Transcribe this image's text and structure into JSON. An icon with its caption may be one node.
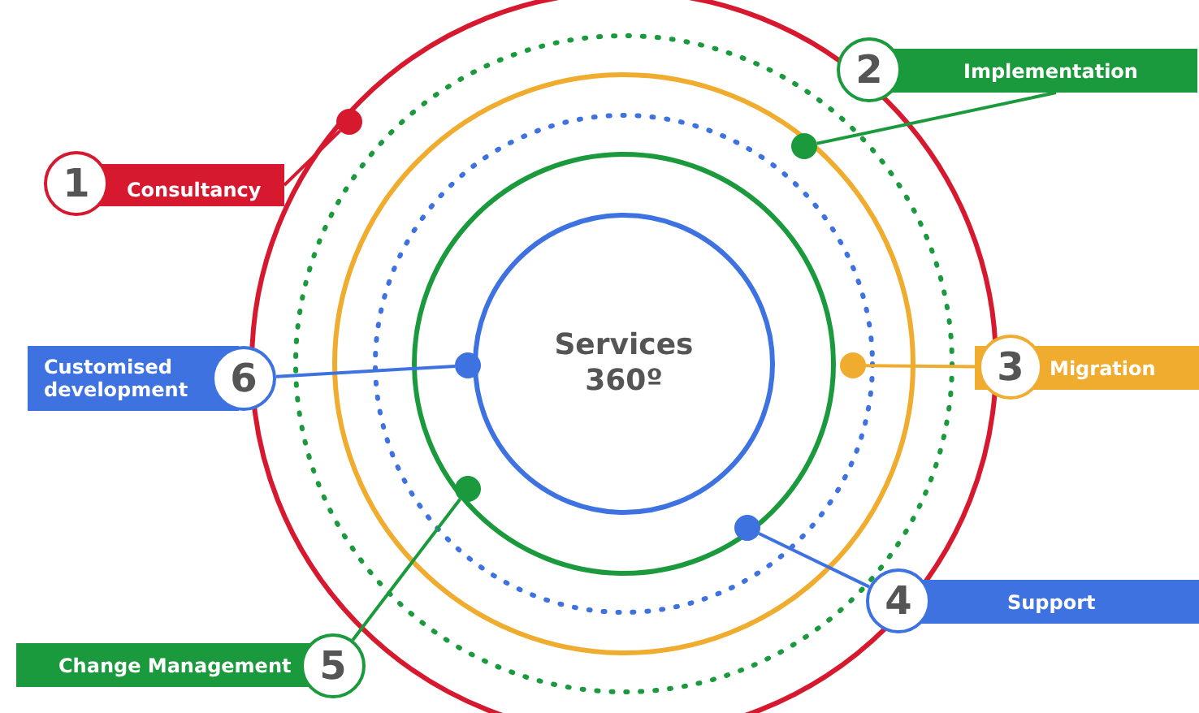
{
  "diagram": {
    "nodes": [
      {
        "text": [
          "Services 360º"
        ]
      },
      {
        "text": [
          "1",
          "Consultancy"
        ]
      },
      {
        "text": [
          "2",
          "Implementation"
        ]
      },
      {
        "text": [
          "3",
          "Migration"
        ]
      },
      {
        "text": [
          "4",
          "Support"
        ]
      },
      {
        "text": [
          "Change Management",
          "5"
        ]
      },
      {
        "text": [
          "Customised development",
          "6"
        ]
      },
      {
        "text": [],
        "shape": "circle"
      },
      {
        "text": [],
        "shape": "circle"
      },
      {
        "text": [],
        "shape": "circle"
      },
      {
        "text": [],
        "shape": "circle"
      },
      {
        "text": [],
        "shape": "circle"
      },
      {
        "text": [],
        "shape": "circle"
      }
    ],
    "edges": [
      {
        "from": 1,
        "to": 7,
        "arrow": "none",
        "color": "#d7192f"
      },
      {
        "from": 2,
        "to": 8,
        "arrow": "none",
        "color": "#1a9a3c"
      },
      {
        "from": 3,
        "to": 9,
        "arrow": "none",
        "color": "#f0ac2e"
      },
      {
        "from": 4,
        "to": 10,
        "arrow": "none",
        "color": "#3d72e0"
      },
      {
        "from": 5,
        "to": 11,
        "arrow": "none",
        "color": "#1a9a3c"
      },
      {
        "from": 6,
        "to": 12,
        "arrow": "none",
        "color": "#3d72e0"
      }
    ]
  }
}
